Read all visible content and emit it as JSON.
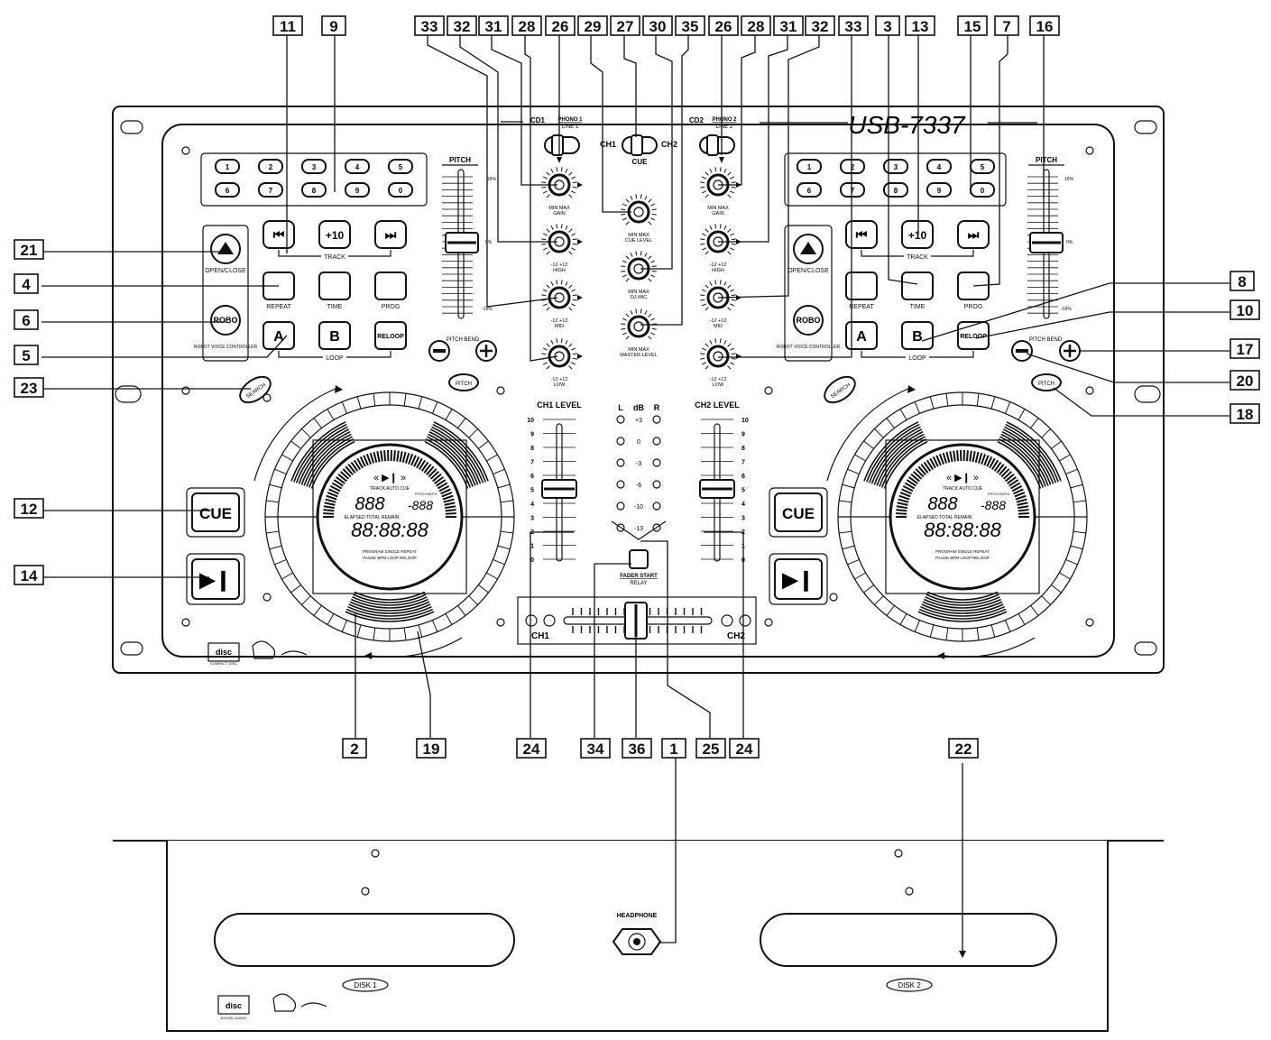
{
  "model": "USB-7337",
  "inputs": {
    "left_prefix": "CD1",
    "left_sel_top": "PHONO 1",
    "left_sel_bottom": "LINE 1",
    "right_prefix": "CD2",
    "right_sel_top": "PHONO 2",
    "right_sel_bottom": "LINE 2",
    "cue_ch1": "CH1",
    "cue_ch2": "CH2",
    "cue_label": "CUE"
  },
  "deck": {
    "keypad": [
      "1",
      "2",
      "3",
      "4",
      "5",
      "6",
      "7",
      "8",
      "9",
      "0"
    ],
    "pitch_title": "PITCH",
    "pitch_top": "16%",
    "pitch_mid": "0%",
    "pitch_bottom": "-16%",
    "track_buttons": [
      "⏮",
      "+10",
      "⏭"
    ],
    "track_label": "TRACK",
    "open_close": "OPEN/CLOSE",
    "robo_button": "ROBO",
    "robo_label": "ROBOT VOICE CONTROLLER",
    "mode_buttons": [
      "REPEAT",
      "TIME",
      "PROG"
    ],
    "loop_buttons": [
      "A",
      "B",
      "RELOOP"
    ],
    "loop_label": "LOOP",
    "pitch_bend": "PITCH BEND",
    "pitch_button": "PITCH",
    "search_button": "SEARCH",
    "cue_button": "CUE",
    "play_pause": "▶❙",
    "lcd": {
      "icons": "«  ▶❙  »",
      "icon_labels": "TRACK  AUTO  CUE",
      "track_digits": "888",
      "pitch_digits": "-888",
      "pitch_unit": "PITCH RAT%",
      "status": "ELAPSED TOTAL REMAIN",
      "time_digits": "88:88:88",
      "footer1": "PROGRAM SINGLE REPEAT",
      "footer2": "PAUSE BPM LOOP RELOOP"
    }
  },
  "mixer": {
    "knob_labels": [
      {
        "top": "MIN  MAX",
        "sub": "GAIN"
      },
      {
        "top": "-12  +12",
        "sub": "HIGH"
      },
      {
        "top": "-12  +12",
        "sub": "MID"
      },
      {
        "top": "-12  +12",
        "sub": "LOW"
      }
    ],
    "center_knobs": [
      {
        "top": "MIN  MAX",
        "sub": "CUE LEVEL"
      },
      {
        "top": "MIN  MAX",
        "sub": "DJ MIC"
      },
      {
        "top": "MIN  MAX",
        "sub": "MASTER LEVEL"
      }
    ],
    "ch1_level": "CH1 LEVEL",
    "ch2_level": "CH2 LEVEL",
    "fader_scale": [
      "10",
      "9",
      "8",
      "7",
      "6",
      "5",
      "4",
      "3",
      "2",
      "1",
      "0"
    ],
    "vu_headers": [
      "L",
      "dB",
      "R"
    ],
    "vu_db": [
      "+3",
      "0",
      "-3",
      "-6",
      "-10",
      "-13"
    ],
    "fader_start": "FADER START",
    "fader_start_sub": "RELAY",
    "xfader_left": "CH1",
    "xfader_right": "CH2"
  },
  "front": {
    "disk_left": "DISK 1",
    "disk_right": "DISK 2",
    "headphone": "HEADPHONE"
  },
  "logos": {
    "cd": "COMPACT DISC",
    "cd_sub": "DIGITAL AUDIO"
  },
  "callouts": {
    "c11": "11",
    "c9": "9",
    "c33a": "33",
    "c32a": "32",
    "c31a": "31",
    "c28a": "28",
    "c26a": "26",
    "c29": "29",
    "c27": "27",
    "c30": "30",
    "c35": "35",
    "c26b": "26",
    "c28b": "28",
    "c31b": "31",
    "c32b": "32",
    "c33b": "33",
    "c3": "3",
    "c13": "13",
    "c15": "15",
    "c7": "7",
    "c16": "16",
    "c21": "21",
    "c4": "4",
    "c6": "6",
    "c5": "5",
    "c23": "23",
    "c12": "12",
    "c14": "14",
    "c8": "8",
    "c10": "10",
    "c17": "17",
    "c20": "20",
    "c18": "18",
    "c2": "2",
    "c19": "19",
    "c24a": "24",
    "c34": "34",
    "c36": "36",
    "c1": "1",
    "c25": "25",
    "c24b": "24",
    "c22": "22"
  }
}
